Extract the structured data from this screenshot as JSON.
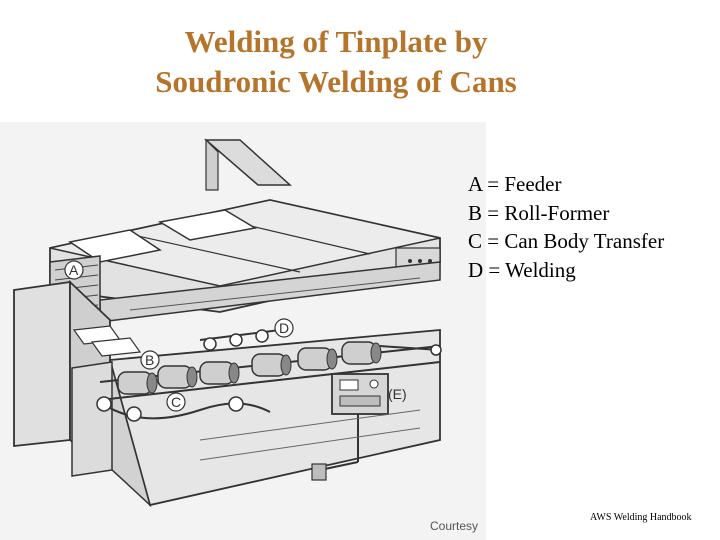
{
  "title": {
    "line1": "Welding of Tinplate by",
    "line2": "Soudronic Welding of Cans"
  },
  "legend": {
    "items": [
      {
        "text": "A = Feeder"
      },
      {
        "text": "B = Roll-Former"
      },
      {
        "text": "C = Can Body Transfer"
      },
      {
        "text": "D = Welding"
      }
    ]
  },
  "figure": {
    "labels": {
      "a": "A",
      "b": "B",
      "c": "C",
      "d": "D",
      "e": "(E)"
    },
    "courtesy": "Courtesy"
  },
  "credit": "AWS Welding Handbook",
  "colors": {
    "title": "#b5742a",
    "text": "#000000",
    "line_art": "#333333"
  }
}
